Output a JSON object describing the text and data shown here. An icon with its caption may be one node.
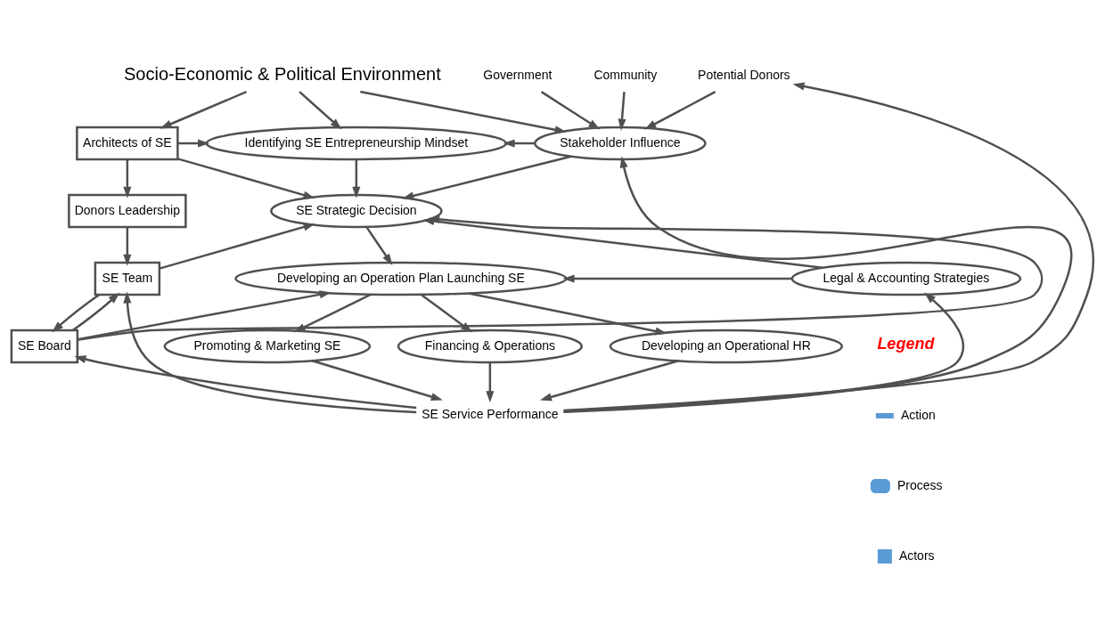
{
  "diagram": {
    "nodes": [
      {
        "text": [
          "Socio-Economic & Political Environment"
        ]
      },
      {
        "text": [
          "Architects of SE"
        ]
      },
      {
        "text": [
          "Identifying SE Entrepreneurship Mindset"
        ]
      },
      {
        "text": [
          "Stakeholder Influence"
        ]
      },
      {
        "text": [
          "Government"
        ]
      },
      {
        "text": [
          "Community"
        ]
      },
      {
        "text": [
          "Potential Donors"
        ]
      },
      {
        "text": [
          "Donors Leadership"
        ]
      },
      {
        "text": [
          "SE Strategic Decision"
        ]
      },
      {
        "text": [
          "SE Team"
        ]
      },
      {
        "text": [
          "Developing an Operation Plan Launching SE"
        ]
      },
      {
        "text": [
          "Legal & Accounting Strategies"
        ]
      },
      {
        "text": [
          "SE Board"
        ]
      },
      {
        "text": [
          "Promoting & Marketing SE"
        ]
      },
      {
        "text": [
          "Financing & Operations"
        ]
      },
      {
        "text": [
          "Developing an Operational HR"
        ]
      },
      {
        "text": [
          "SE Service Performance"
        ]
      }
    ],
    "edges": [
      {
        "from": 0,
        "to": 1,
        "arrow": "to"
      },
      {
        "from": 0,
        "to": 2,
        "arrow": "to"
      },
      {
        "from": 0,
        "to": 3,
        "arrow": "to"
      },
      {
        "from": 4,
        "to": 3,
        "arrow": "to"
      },
      {
        "from": 5,
        "to": 3,
        "arrow": "to"
      },
      {
        "from": 6,
        "to": 3,
        "arrow": "to"
      },
      {
        "from": 1,
        "to": 2,
        "arrow": "to"
      },
      {
        "from": 1,
        "to": 8,
        "arrow": "to"
      },
      {
        "from": 1,
        "to": 7,
        "arrow": "to"
      },
      {
        "from": 3,
        "to": 2,
        "arrow": "to"
      },
      {
        "from": 3,
        "to": 8,
        "arrow": "to"
      },
      {
        "from": 2,
        "to": 8,
        "arrow": "to"
      },
      {
        "from": 7,
        "to": 9,
        "arrow": "to"
      },
      {
        "from": 9,
        "to": 8,
        "arrow": "to"
      },
      {
        "from": 9,
        "to": 12,
        "arrow": "to"
      },
      {
        "from": 12,
        "to": 9,
        "arrow": "to"
      },
      {
        "from": 12,
        "to": 8,
        "arrow": "to"
      },
      {
        "from": 12,
        "to": 10,
        "arrow": "to"
      },
      {
        "from": 8,
        "to": 10,
        "arrow": "to"
      },
      {
        "from": 11,
        "to": 8,
        "arrow": "to"
      },
      {
        "from": 11,
        "to": 10,
        "arrow": "to"
      },
      {
        "from": 10,
        "to": 13,
        "arrow": "to"
      },
      {
        "from": 10,
        "to": 14,
        "arrow": "to"
      },
      {
        "from": 10,
        "to": 15,
        "arrow": "to"
      },
      {
        "from": 13,
        "to": 16,
        "arrow": "to"
      },
      {
        "from": 14,
        "to": 16,
        "arrow": "to"
      },
      {
        "from": 15,
        "to": 16,
        "arrow": "to"
      },
      {
        "from": 16,
        "to": 9,
        "arrow": "to"
      },
      {
        "from": 16,
        "to": 12,
        "arrow": "to"
      },
      {
        "from": 16,
        "to": 3,
        "arrow": "to"
      },
      {
        "from": 16,
        "to": 11,
        "arrow": "to"
      },
      {
        "from": 16,
        "to": 6,
        "arrow": "to"
      }
    ],
    "labels": [
      "Legend"
    ],
    "legend": [
      {
        "text": "Action"
      },
      {
        "text": "Process"
      },
      {
        "text": "Actors"
      }
    ]
  }
}
